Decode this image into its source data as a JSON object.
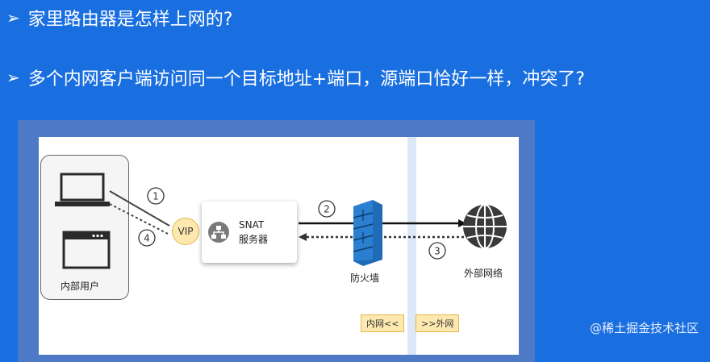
{
  "bullets": [
    {
      "marker": "➢",
      "text": "家里路由器是怎样上网的?"
    },
    {
      "marker": "➢",
      "text": "多个内网客户端访问同一个目标地址+端口，源端口恰好一样，冲突了?"
    }
  ],
  "diagram": {
    "user_group_label": "内部用户",
    "vip_label": "VIP",
    "snat_line1": "SNAT",
    "snat_line2": "服务器",
    "firewall_label": "防火墙",
    "external_label": "外部网络",
    "inner_tag": "内网<<",
    "outer_tag": ">>外网",
    "steps": [
      "1",
      "2",
      "3",
      "4"
    ]
  },
  "watermark": "@稀土掘金技术社区",
  "colors": {
    "background": "#1a6fe0",
    "frame": "#4d79c7",
    "firewall": "#1f6bb5",
    "tag_fill": "#fde9b0",
    "tag_border": "#e2b74a"
  }
}
